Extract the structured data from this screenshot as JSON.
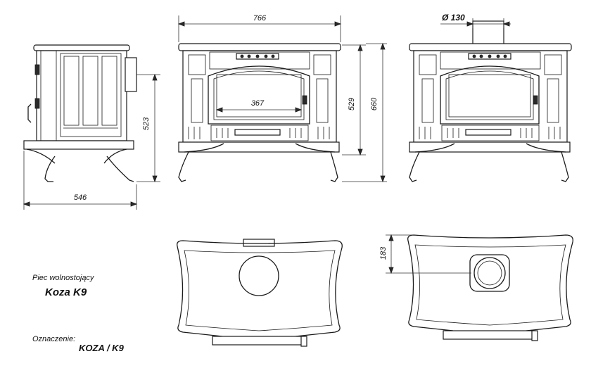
{
  "caption": {
    "type": "Piec wolnostojący",
    "model": "Koza K9",
    "marking_label": "Oznaczenie:",
    "marking_value": "KOZA / K9"
  },
  "dimensions": {
    "width": "766",
    "depth": "546",
    "height": "660",
    "flue_height_rear": "529",
    "flue_height_side": "523",
    "window_width": "367",
    "flue_diameter": "Ø 130",
    "flue_offset": "183"
  },
  "views": [
    "side",
    "front",
    "rear",
    "top-rear-outlet",
    "top-top-outlet"
  ],
  "colors": {
    "line": "#1a1a1a",
    "background": "#ffffff"
  }
}
